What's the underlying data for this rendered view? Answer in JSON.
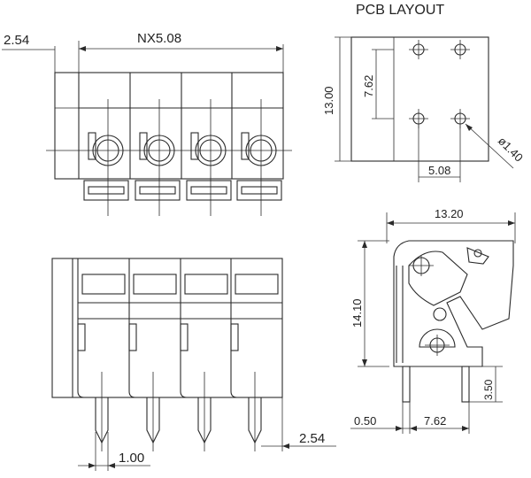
{
  "pcb_layout": {
    "title": "PCB LAYOUT",
    "height_label": "13.00",
    "row_pitch_label": "7.62",
    "col_pitch_label": "5.08",
    "hole_dia_label": "ø1.40"
  },
  "front_view": {
    "pitch_label": "NX5.08",
    "edge_label": "2.54"
  },
  "bottom_view": {
    "pin_width_label": "1.00",
    "edge_label": "2.54"
  },
  "side_view": {
    "width_label": "13.20",
    "height_label": "14.10",
    "pin_length_label": "3.50",
    "pin_offset_label": "0.50",
    "pin_pitch_label": "7.62"
  }
}
